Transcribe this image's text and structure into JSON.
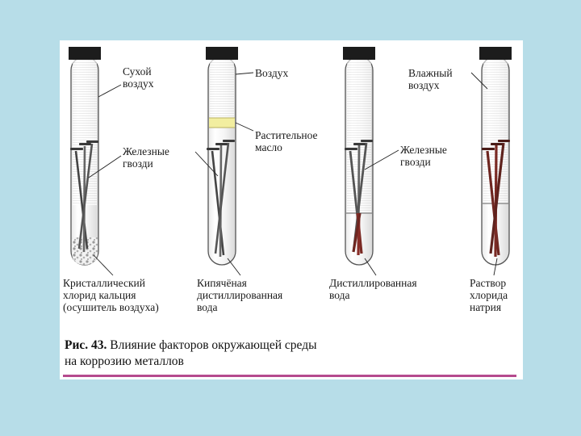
{
  "colors": {
    "slide_bg": "#b7dde8",
    "panel_bg": "#ffffff",
    "stopper": "#1c1c1c",
    "oil_band": "#f2eea0",
    "rust": "#7a2a24",
    "caption_rule": "#b54a8e"
  },
  "tubes": [
    {
      "id": "tube-1",
      "top_label": "Сухой\nвоздух",
      "middle_label": "Железные\nгвозди",
      "bottom_label": "Кристаллический\nхлорид кальция\n(осушитель воздуха)",
      "nails_rusted": false,
      "contents": "calcium-chloride"
    },
    {
      "id": "tube-2",
      "top_label": "Воздух",
      "middle_label": "Растительное\nмасло",
      "bottom_label": "Кипячёная\nдистиллированная\nвода",
      "nails_rusted": false,
      "contents": "boiled-water-with-oil"
    },
    {
      "id": "tube-3",
      "top_label": "",
      "middle_label": "Железные\nгвозди",
      "bottom_label": "Дистиллированная\nвода",
      "nails_rusted": true,
      "contents": "distilled-water"
    },
    {
      "id": "tube-4",
      "top_label": "Влажный\nвоздух",
      "middle_label": "",
      "bottom_label": "Раствор\nхлорида\nнатрия",
      "nails_rusted": true,
      "contents": "sodium-chloride-solution"
    }
  ],
  "caption": {
    "figure_label": "Рис. 43.",
    "text": " Влияние факторов окружающей среды\nна коррозию металлов"
  }
}
